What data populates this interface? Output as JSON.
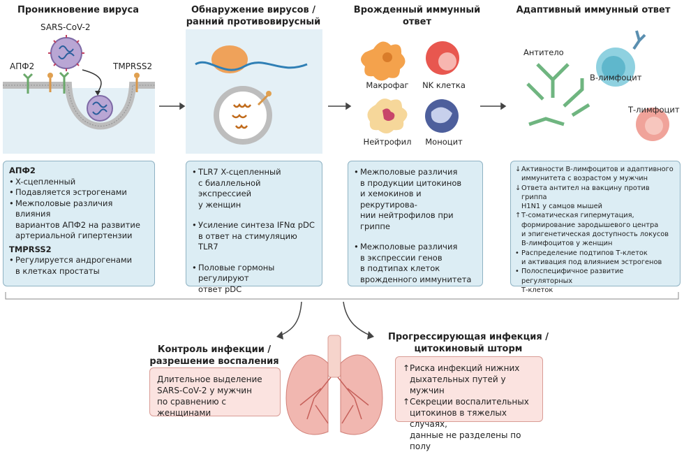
{
  "columns": [
    {
      "title": "Проникновение вируса"
    },
    {
      "title": "Обнаружение вирусов /\nранний противовирусный ответ"
    },
    {
      "title": "Врожденный иммунный ответ"
    },
    {
      "title": "Адаптивный иммунный ответ"
    }
  ],
  "entry_labels": {
    "virus": "SARS-CoV-2",
    "ace2": "АПФ2",
    "tmprss2": "TMPRSS2"
  },
  "innate_cells": {
    "macrophage": "Макрофаг",
    "nk": "NK клетка",
    "neutrophil": "Нейтрофил",
    "monocyte": "Моноцит"
  },
  "adaptive_cells": {
    "antibody": "Антитело",
    "bcell": "B-лимфоцит",
    "tcell": "Т-лимфоцит"
  },
  "panel1": {
    "ace2_header": "АПФ2",
    "ace2_items": [
      "X-сцепленный",
      "Подавляется эстрогенами",
      "Межполовые различия влияния\nвариантов АПФ2 на развитие\nартериальной гипертензии"
    ],
    "tmprss2_header": "TMPRSS2",
    "tmprss2_items": [
      "Регулируется андрогенами\nв клетках простаты"
    ]
  },
  "panel2": {
    "items": [
      "TLR7 X-сцепленный\nс биаллельной экспрессией\nу женщин",
      "Усиление синтеза IFNα pDC\nв ответ на стимуляцию TLR7",
      "Половые гормоны регулируют\nответ pDC"
    ]
  },
  "panel3": {
    "items": [
      "Межполовые различия\nв продукции цитокинов\nи хемокинов и рекрутирова-\nнии нейтрофилов при гриппе",
      "Межполовые различия\nв экспрессии генов\nв подтипах клеток\nврожденного иммунитета"
    ]
  },
  "panel4": {
    "items": [
      {
        "marker": "down",
        "text": "Активности B-лимфоцитов и адаптивного\nиммунитета с возрастом у мужчин"
      },
      {
        "marker": "down",
        "text": "Ответа антител на вакцину против гриппа\nH1N1 у самцов мышей"
      },
      {
        "marker": "up",
        "text": "Т-соматическая гипермутация,\nформирование зародышевого центра\nи эпигенетическая доступность локусов\nB-лимфоцитов у женщин"
      },
      {
        "marker": "dot",
        "text": "Распределение подтипов Т-клеток\nи активация под влиянием эстрогенов"
      },
      {
        "marker": "dot",
        "text": "Полоспецифичное развитие регуляторных\nТ-клеток"
      }
    ]
  },
  "outcome_left": {
    "title": "Контроль инфекции /\nразрешение воспаления",
    "text": "Длительное выделение\nSARS-CoV-2 у мужчин\nпо сравнению с женщинами"
  },
  "outcome_right": {
    "title": "Прогрессирующая инфекция /\nцитокиновый шторм",
    "items": [
      "Риска инфекций нижних\nдыхательных путей у мужчин",
      "Секреции воспалительных\nцитокинов в тяжелых случаях,\nданные не разделены по полу"
    ]
  },
  "colors": {
    "panel_blue": "#dcedf4",
    "panel_pink": "#fbe3e0",
    "lung": "#f1b7b0",
    "virus": "#b9a6d4",
    "membrane": "#bcbcbc"
  }
}
